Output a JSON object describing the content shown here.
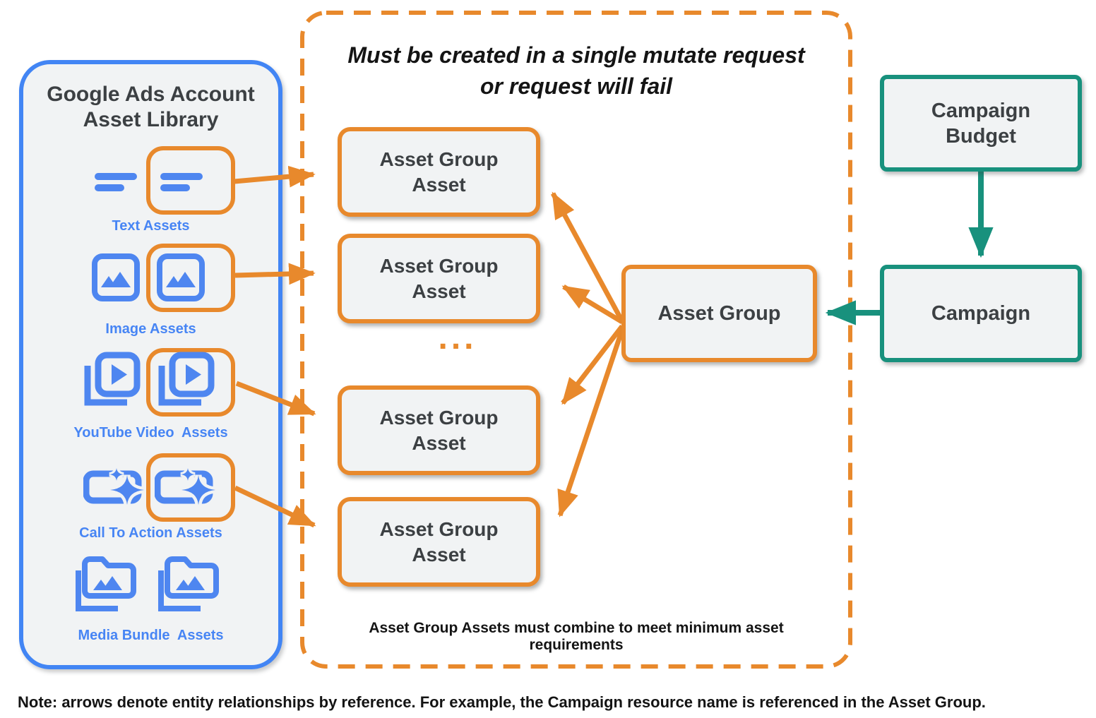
{
  "colors": {
    "brand_blue": "#4285F4",
    "icon_blue": "#4E86F0",
    "accent_orange": "#E8892C",
    "accent_teal": "#18917D",
    "box_fill": "#F1F3F4",
    "dark_text": "#3C4043",
    "black_text": "#141414"
  },
  "library": {
    "title_lines": [
      "Google Ads Account",
      "Asset Library"
    ],
    "items": [
      {
        "label": "Text Assets",
        "icon": "text-asset-icon",
        "selected": true
      },
      {
        "label": "Image Assets",
        "icon": "image-asset-icon",
        "selected": true
      },
      {
        "label": "YouTube Video  Assets",
        "icon": "youtube-video-asset-icon",
        "selected": true
      },
      {
        "label": "Call To Action Assets",
        "icon": "call-to-action-asset-icon",
        "selected": true
      },
      {
        "label": "Media Bundle  Assets",
        "icon": "media-bundle-asset-icon",
        "selected": false
      }
    ]
  },
  "mutate_panel": {
    "title_lines": [
      "Must be created in a single mutate request",
      "or request will fail"
    ],
    "boxes": [
      "Asset Group Asset",
      "Asset Group Asset",
      "Asset Group Asset",
      "Asset Group Asset"
    ],
    "ellipsis": "...",
    "footnote": "Asset Group Assets must combine to meet minimum asset requirements"
  },
  "asset_group": {
    "label": "Asset Group"
  },
  "campaign_budget": {
    "label": "Campaign Budget"
  },
  "campaign": {
    "label": "Campaign"
  },
  "note": "Note: arrows denote entity relationships by reference. For example, the Campaign resource name is referenced in the Asset Group."
}
